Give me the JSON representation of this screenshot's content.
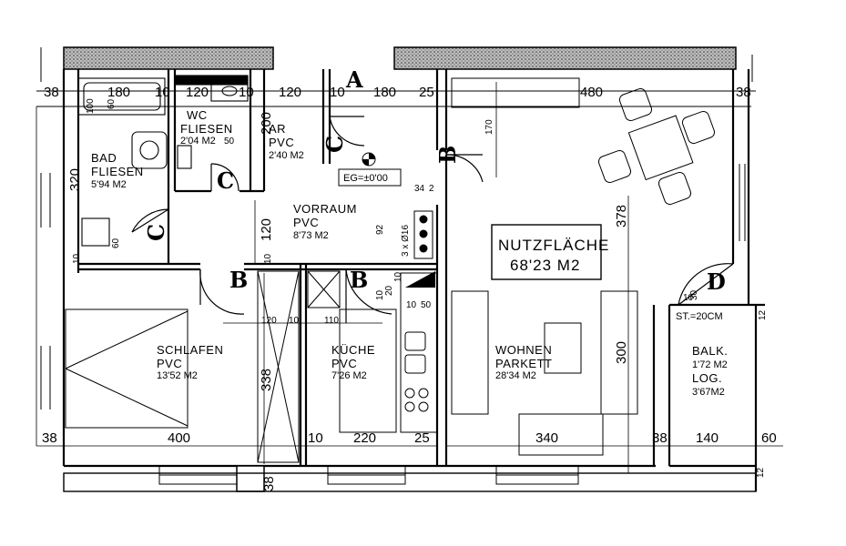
{
  "rooms": {
    "bad": {
      "name": "BAD",
      "floor": "FLIESEN",
      "area": "5'94 M2"
    },
    "wc": {
      "name": "WC",
      "floor": "FLIESEN",
      "area": "2'04 M2"
    },
    "ar": {
      "name": "AR",
      "floor": "PVC",
      "area": "2'40 M2"
    },
    "vorraum": {
      "name": "VORRAUM",
      "floor": "PVC",
      "area": "8'73 M2"
    },
    "schlafen": {
      "name": "SCHLAFEN",
      "floor": "PVC",
      "area": "13'52 M2"
    },
    "kueche": {
      "name": "KÜCHE",
      "floor": "PVC",
      "area": "7'26 M2"
    },
    "wohnen": {
      "name": "WOHNEN",
      "floor": "PARKETT",
      "area": "28'34 M2"
    },
    "balk": {
      "name": "BALK.",
      "area1": "1'72 M2",
      "name2": "LOG.",
      "area2": "3'67M2"
    }
  },
  "nutzflaeche": {
    "label": "NUTZFLÄCHE",
    "value": "68'23 M2"
  },
  "level_marker": "EG=±0'00",
  "section_labels": {
    "a": "A",
    "b": "B",
    "c": "C",
    "d": "D"
  },
  "stove_label": "3 x Ø16",
  "st_label": "ST.=20CM",
  "dims_top": [
    "38",
    "180",
    "10",
    "120",
    "10",
    "120",
    "10",
    "180",
    "25",
    "480",
    "38"
  ],
  "dims_bottom": [
    "38",
    "400",
    "10",
    "220",
    "25",
    "340",
    "38",
    "140",
    "60"
  ],
  "dims_vertical": [
    "320",
    "10",
    "200",
    "120",
    "10",
    "338",
    "378",
    "300",
    "170",
    "60",
    "92",
    "10",
    "20",
    "10",
    "30",
    "12",
    "12",
    "38"
  ],
  "dims_inner": [
    "120",
    "10",
    "110",
    "10",
    "50",
    "34",
    "2",
    "100",
    "50",
    "60",
    "10"
  ]
}
